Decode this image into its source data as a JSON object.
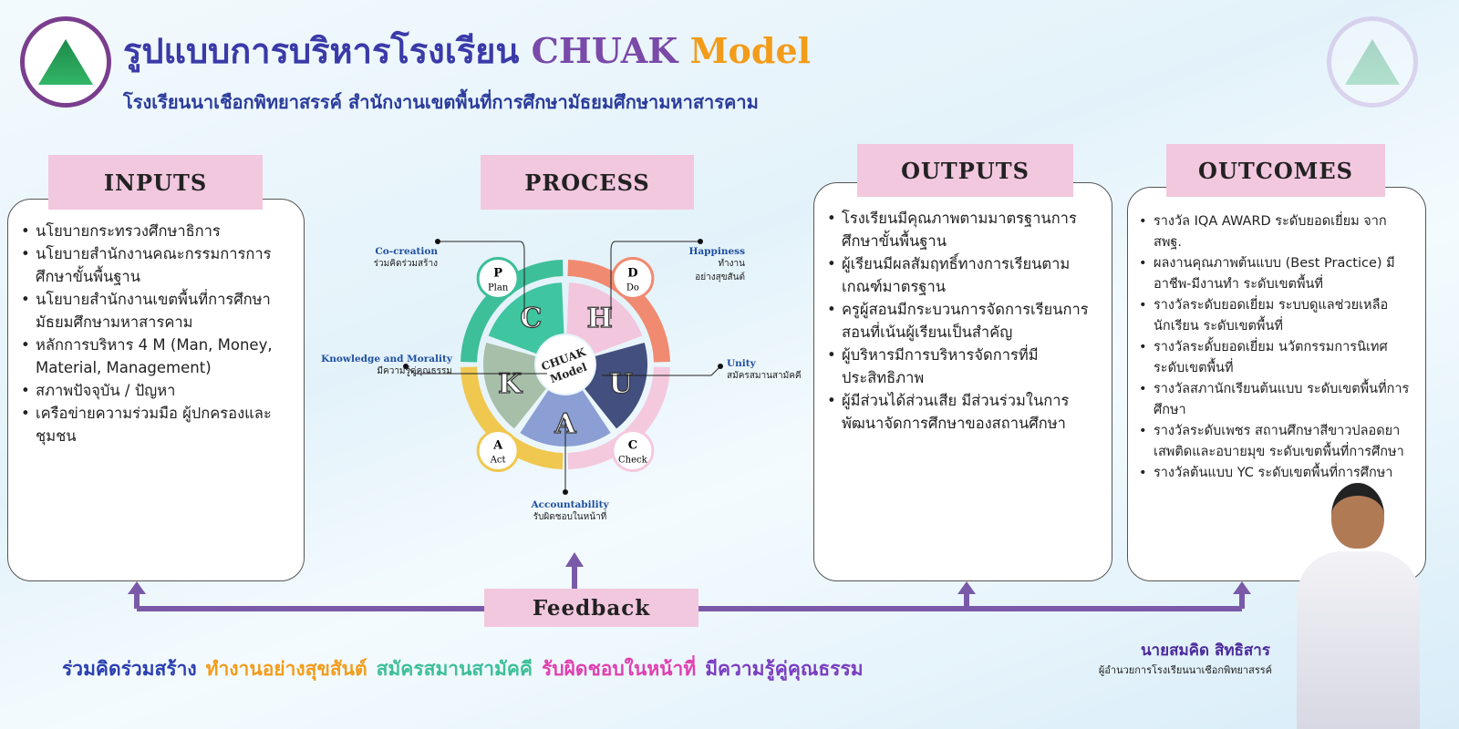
{
  "header": {
    "title_th": "รูปแบบการบริหารโรงเรียน",
    "title_model_1": "CHUAK",
    "title_model_2": "Model",
    "subtitle": "โรงเรียนนาเชือกพิทยาสรรค์ สำนักงานเขตพื้นที่การศึกษามัธยมศึกษามหาสารคาม"
  },
  "sections": {
    "inputs": "INPUTS",
    "process": "PROCESS",
    "outputs": "OUTPUTS",
    "outcomes": "OUTCOMES",
    "feedback": "Feedback"
  },
  "inputs": [
    "นโยบายกระทรวงศึกษาธิการ",
    "นโยบายสำนักงานคณะกรรมการการศึกษาขั้นพื้นฐาน",
    "นโยบายสำนักงานเขตพื้นที่การศึกษามัธยมศึกษามหาสารคาม",
    "หลักการบริหาร 4 M (Man, Money, Material, Management)",
    "สภาพปัจจุบัน / ปัญหา",
    "เครือข่ายความร่วมมือ ผู้ปกครองและชุมชน"
  ],
  "outputs": [
    "โรงเรียนมีคุณภาพตามมาตรฐานการศึกษาขั้นพื้นฐาน",
    "ผู้เรียนมีผลสัมฤทธิ์ทางการเรียนตามเกณฑ์มาตรฐาน",
    "ครูผู้สอนมีกระบวนการจัดการเรียนการสอนที่เน้นผู้เรียนเป็นสำคัญ",
    "ผู้บริหารมีการบริหารจัดการที่มีประสิทธิภาพ",
    "ผู้มีส่วนได้ส่วนเสีย มีส่วนร่วมในการพัฒนาจัดการศึกษาของสถานศึกษา"
  ],
  "outcomes": [
    "รางวัล IQA AWARD ระดับยอดเยี่ยม จาก สพฐ.",
    "ผลงานคุณภาพต้นแบบ (Best Practice) มีอาชีพ-มีงานทำ ระดับเขตพื้นที่",
    "รางวัลระดับยอดเยี่ยม ระบบดูแลช่วยเหลือนักเรียน ระดับเขตพื้นที่",
    "รางวัลระดั้บยอดเยี่ยม นวัตกรรมการนิเทศ ระดับเขตพื้นที่",
    "รางวัลสภานักเรียนต้นแบบ ระดับเขตพื้นที่การศึกษา",
    "รางวัลระดับเพชร สถานศึกษาสีขาวปลอดยาเสพติดและอบายมุข ระดับเขตพื้นที่การศึกษา",
    "รางวัลต้นแบบ YC ระดับเขตพื้นที่การศึกษา"
  ],
  "wheel": {
    "center_1": "CHUAK",
    "center_2": "Model",
    "segments": [
      {
        "letter": "H",
        "color": "#f2c6dc"
      },
      {
        "letter": "U",
        "color": "#434f7e"
      },
      {
        "letter": "A",
        "color": "#8b9fd4"
      },
      {
        "letter": "K",
        "color": "#a7bfa9"
      },
      {
        "letter": "C",
        "color": "#3fc5a0"
      }
    ],
    "ring": [
      {
        "color": "#f08a70"
      },
      {
        "color": "#f4c9de"
      },
      {
        "color": "#f0c850"
      },
      {
        "color": "#3dbf99"
      }
    ],
    "pdca": [
      {
        "letter": "P",
        "word": "Plan"
      },
      {
        "letter": "D",
        "word": "Do"
      },
      {
        "letter": "C",
        "word": "Check"
      },
      {
        "letter": "A",
        "word": "Act"
      }
    ],
    "labels": {
      "c_en": "Co-creation",
      "c_th": "ร่วมคิดร่วมสร้าง",
      "h_en": "Happiness",
      "h_th1": "ทำงาน",
      "h_th2": "อย่างสุขสันต์",
      "u_en": "Unity",
      "u_th": "สมัครสมานสามัคคี",
      "a_en": "Accountability",
      "a_th": "รับผิดชอบในหน้าที่",
      "k_en": "Knowledge and Morality",
      "k_th": "มีความรู้คู่คุณธรรม"
    }
  },
  "footer": {
    "motto": [
      {
        "text": "ร่วมคิดร่วมสร้าง",
        "color": "#2b3fb0"
      },
      {
        "text": "ทำงานอย่างสุขสันต์",
        "color": "#f39c1a"
      },
      {
        "text": "สมัครสมานสามัคคี",
        "color": "#3dbf99"
      },
      {
        "text": "รับผิดชอบในหน้าที่",
        "color": "#e040b0"
      },
      {
        "text": "มีความรู้คู่คุณธรรม",
        "color": "#7a3ec0"
      }
    ],
    "person_name": "นายสมคิด สิทธิสาร",
    "person_title": "ผู้อำนวยการโรงเรียนนาเชือกพิทยาสรรค์"
  }
}
